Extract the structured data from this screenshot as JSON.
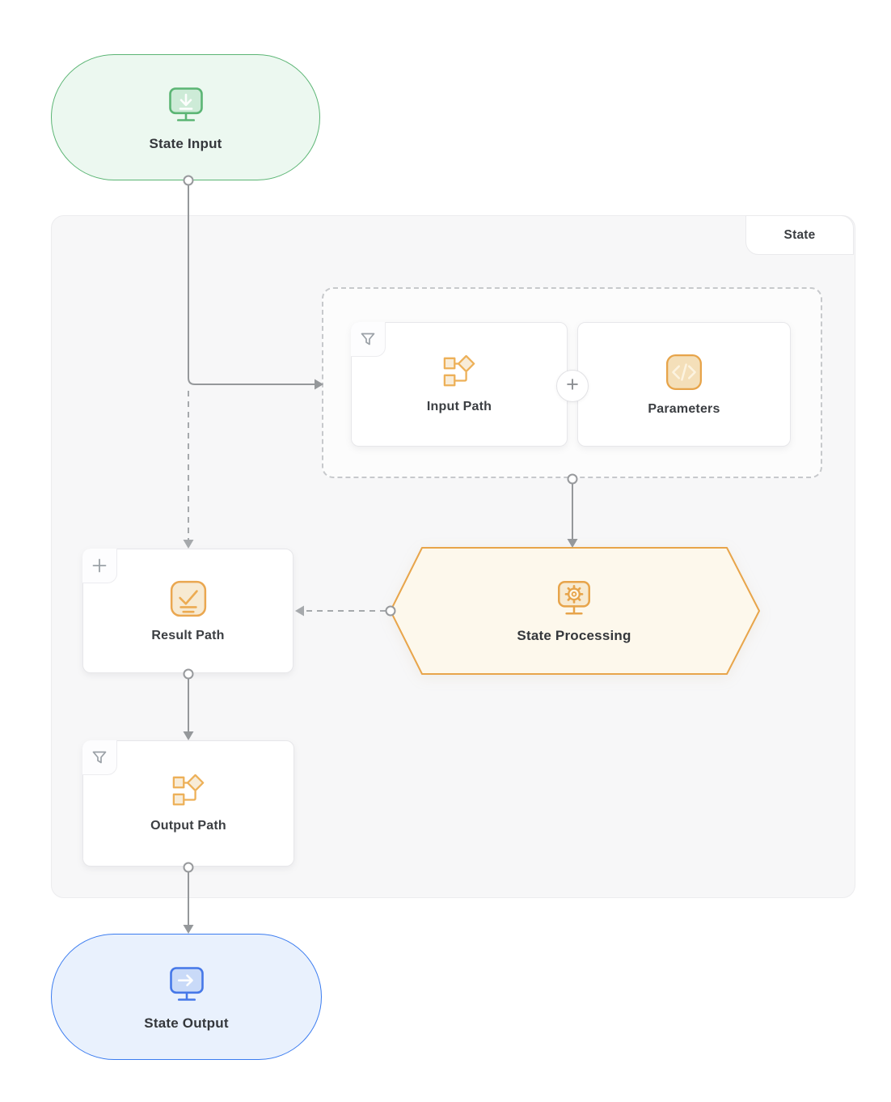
{
  "diagram_type": "state-input-output-flow",
  "group": {
    "tab_label": "State"
  },
  "nodes": {
    "state_input": {
      "label": "State Input",
      "icon": "monitor-download-icon",
      "accent": "#5bb574",
      "fill": "#ecf8f0"
    },
    "input_path": {
      "label": "Input Path",
      "icon": "tree-branch-icon",
      "badge": "filter-icon"
    },
    "parameters": {
      "label": "Parameters",
      "icon": "code-icon"
    },
    "result_path": {
      "label": "Result Path",
      "icon": "checklist-icon",
      "badge": "plus-icon"
    },
    "state_processing": {
      "label": "State Processing",
      "icon": "monitor-gear-icon",
      "accent": "#e8a54b",
      "fill": "#fdf8ec"
    },
    "output_path": {
      "label": "Output Path",
      "icon": "tree-branch-icon",
      "badge": "filter-icon"
    },
    "state_output": {
      "label": "State Output",
      "icon": "monitor-arrow-right-icon",
      "accent": "#3b7cf0",
      "fill": "#e9f1fd"
    }
  },
  "connector_plus": "+",
  "edges": [
    {
      "from": "state-input",
      "to": "input-selection-group",
      "style": "solid"
    },
    {
      "from": "state-input",
      "to": "result-path",
      "style": "dashed"
    },
    {
      "from": "input-selection-group",
      "to": "state-processing",
      "style": "solid"
    },
    {
      "from": "state-processing",
      "to": "result-path",
      "style": "dashed"
    },
    {
      "from": "result-path",
      "to": "output-path",
      "style": "solid"
    },
    {
      "from": "output-path",
      "to": "state-output",
      "style": "solid"
    }
  ],
  "colors": {
    "green_accent": "#5bb574",
    "green_fill": "#ecf8f0",
    "blue_accent": "#3b7cf0",
    "blue_fill": "#e9f1fd",
    "orange_accent": "#e8a54b",
    "orange_fill": "#fdf8ec",
    "line_gray": "#95989b",
    "dashed_gray": "#a6a9ac",
    "container_bg": "#f7f7f8",
    "text": "#3b3e42"
  }
}
